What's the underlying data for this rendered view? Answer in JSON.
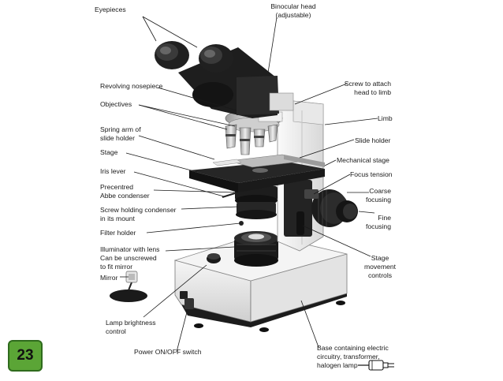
{
  "labels": {
    "eyepieces": "Eyepieces",
    "binocular_head_1": "Binocular head",
    "binocular_head_2": "(adjustable)",
    "revolving_nosepiece": "Revolving nosepiece",
    "objectives": "Objectives",
    "spring_arm_1": "Spring arm of",
    "spring_arm_2": "slide holder",
    "stage": "Stage",
    "iris_lever": "Iris lever",
    "precentred_1": "Precentred",
    "precentred_2": "Abbe condenser",
    "screw_condenser_1": "Screw holding condenser",
    "screw_condenser_2": "in its mount",
    "filter_holder": "Filter holder",
    "illuminator_1": "Illuminator with lens",
    "illuminator_2": "Can be unscrewed",
    "illuminator_3": "to fit mirror",
    "mirror": "Mirror",
    "lamp_brightness_1": "Lamp brightness",
    "lamp_brightness_2": "control",
    "power_switch": "Power ON/OFF switch",
    "screw_attach_1": "Screw to attach",
    "screw_attach_2": "head to limb",
    "limb": "Limb",
    "slide_holder": "Slide holder",
    "mechanical_stage": "Mechanical stage",
    "focus_tension": "Focus tension",
    "coarse_1": "Coarse",
    "coarse_2": "focusing",
    "fine_1": "Fine",
    "fine_2": "focusing",
    "stage_movement_1": "Stage",
    "stage_movement_2": "movement",
    "stage_movement_3": "controls",
    "base_1": "Base containing electric",
    "base_2": "circuitry, transformer,",
    "base_3": "halogen lamp"
  },
  "page_number": "23",
  "colors": {
    "badge_fill": "#5ba536",
    "badge_border": "#2f6b1d",
    "body_light": "#ececec",
    "body_dark": "#2a2a2a"
  }
}
